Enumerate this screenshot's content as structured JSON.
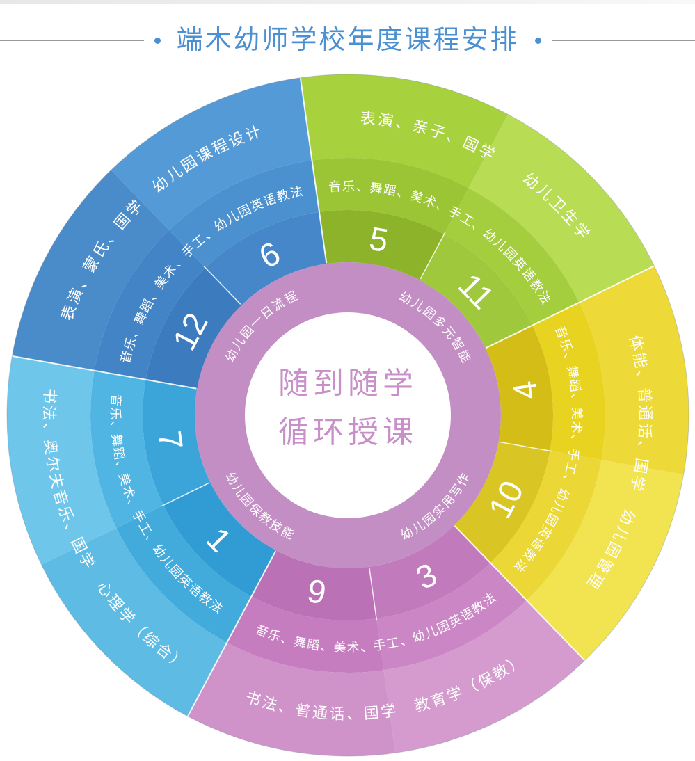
{
  "header": {
    "title": "端木幼师学校年度课程安排",
    "title_color": "#4a90d2",
    "rule_color": "#9a9a9a"
  },
  "wheel": {
    "center_circle": {
      "line1": "随到随学",
      "line2": "循环授课",
      "text_color": "#c88fc8",
      "bg_color": "#ffffff"
    },
    "inner_ring": {
      "color": "#c38ec3",
      "label_text_color": "#ffffff",
      "labels": [
        {
          "text": "幼儿园多元智能",
          "angle_deg": 45,
          "flipped": false
        },
        {
          "text": "幼儿园实用写作",
          "angle_deg": 136,
          "flipped": true
        },
        {
          "text": "幼儿园保教技能",
          "angle_deg": 224,
          "flipped": true
        },
        {
          "text": "幼儿园一日流程",
          "angle_deg": 316,
          "flipped": false
        }
      ]
    },
    "ring_text_color": "#ffffff",
    "sectors": [
      {
        "id": "lime",
        "months": [
          "5",
          "11"
        ],
        "outer_text": "表演、亲子、国学　　幼儿卫生学",
        "mid_text": "音乐、舞蹈、美术、手工、幼儿园英语教法",
        "flip_arc_text": false,
        "flip_month_numbers": false,
        "colors": {
          "outer": [
            "#a7d13d",
            "#b9dc55"
          ],
          "mid": [
            "#9bc535",
            "#a5ce3f"
          ],
          "number": [
            "#8db32b",
            "#9fc83c"
          ]
        }
      },
      {
        "id": "yellow",
        "months": [
          "4",
          "10"
        ],
        "outer_text": "体能、普通话、国学　幼儿园管理",
        "mid_text": "音乐、舞蹈、美术、手工、幼儿园英语教法",
        "flip_arc_text": false,
        "flip_month_numbers": true,
        "colors": {
          "outer": [
            "#edda39",
            "#f2e350"
          ],
          "mid": [
            "#e8d420",
            "#ebd836"
          ],
          "number": [
            "#d3bd16",
            "#d9c625"
          ]
        }
      },
      {
        "id": "pink",
        "months": [
          "3",
          "9"
        ],
        "outer_text": "书法、普通话、国学　教育学（保教）",
        "mid_text": "音乐、舞蹈、美术、手工、幼儿园英语教法",
        "flip_arc_text": true,
        "flip_month_numbers": true,
        "colors": {
          "outer": [
            "#d59bce",
            "#cf92c9"
          ],
          "mid": [
            "#cb86c5",
            "#c57dbf"
          ],
          "number": [
            "#c17abb",
            "#ba71b5"
          ]
        }
      },
      {
        "id": "sky",
        "months": [
          "1",
          "7"
        ],
        "outer_text": "书法、奥尔夫音乐、国学　心理学（综合）",
        "mid_text": "音乐、舞蹈、美术、手工、幼儿园英语教法",
        "flip_arc_text": true,
        "flip_month_numbers": true,
        "colors": {
          "outer": [
            "#5dbbe4",
            "#6ec6ea"
          ],
          "mid": [
            "#43aadc",
            "#50b5e3"
          ],
          "number": [
            "#319cd3",
            "#3ba5d9"
          ]
        }
      },
      {
        "id": "blue",
        "months": [
          "12",
          "6"
        ],
        "outer_text": "表演、蒙氏、国学　幼儿园课程设计",
        "mid_text": "音乐、舞蹈、美术、手工、幼儿园英语教法",
        "flip_arc_text": false,
        "flip_month_numbers": false,
        "colors": {
          "outer": [
            "#4a8bca",
            "#549ad7"
          ],
          "mid": [
            "#4284c5",
            "#4b91d0"
          ],
          "number": [
            "#3c7cbe",
            "#4587c9"
          ]
        }
      }
    ]
  }
}
